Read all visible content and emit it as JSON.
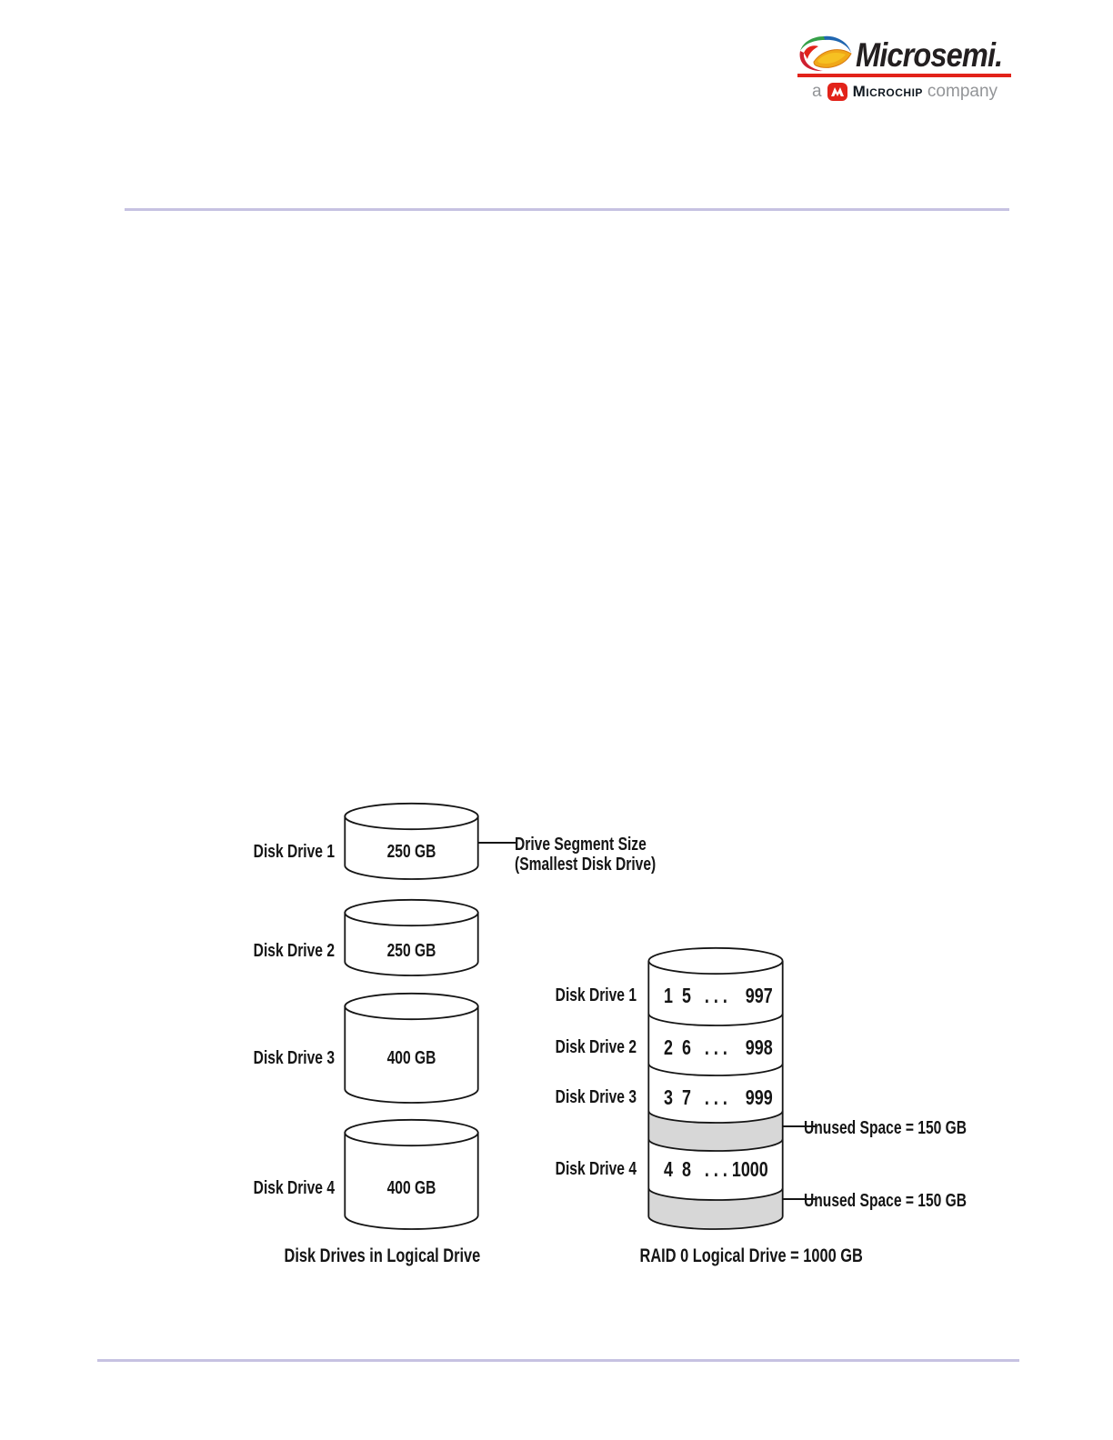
{
  "header": {
    "brand": "Microsemi.",
    "tagline": {
      "prefix": "a",
      "brand": "Microchip",
      "suffix": "company"
    },
    "icons": {
      "swirl": "microsemi-swirl-icon",
      "chip": "microchip-icon"
    },
    "accent_color": "#e2231a"
  },
  "rules": {
    "top_color": "#c6c2e2",
    "bottom_color": "#c6c2e2"
  },
  "diagram": {
    "left_panel": {
      "drives": [
        {
          "label": "Disk Drive 1",
          "size": "250 GB"
        },
        {
          "label": "Disk Drive 2",
          "size": "250 GB"
        },
        {
          "label": "Disk Drive 3",
          "size": "400 GB"
        },
        {
          "label": "Disk Drive 4",
          "size": "400 GB"
        }
      ],
      "segment_annotation": {
        "line1": "Drive Segment Size",
        "line2": "(Smallest Disk Drive)"
      },
      "caption": "Disk Drives in Logical Drive"
    },
    "right_panel": {
      "rows": [
        {
          "label": "Disk Drive 1",
          "segments": "1  5   . . .    997"
        },
        {
          "label": "Disk Drive 2",
          "segments": "2  6   . . .    998"
        },
        {
          "label": "Disk Drive 3",
          "segments": "3  7   . . .    999"
        },
        {
          "label": "Disk Drive 4",
          "segments": "4  8   . . . 1000"
        }
      ],
      "unused": [
        {
          "label": "Unused Space = 150 GB"
        },
        {
          "label": "Unused Space = 150 GB"
        }
      ],
      "unused_fill": "#d7d7d7",
      "caption": "RAID 0 Logical Drive = 1000 GB"
    }
  }
}
